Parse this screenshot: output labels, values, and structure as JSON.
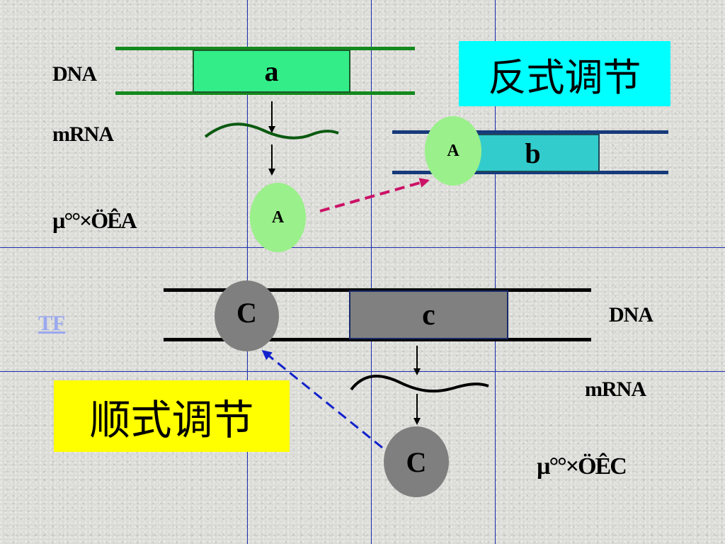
{
  "title_negative": "反式调节",
  "title_positive": "顺式调节",
  "top_pathway": {
    "dna_label": "DNA",
    "mrna_label": "mRNA",
    "protein_label": "µ°°×ÖÊA",
    "gene_a": "a",
    "gene_b": "b",
    "protein_a": "A",
    "protein_a_bound": "A"
  },
  "bottom_pathway": {
    "dna_label": "DNA",
    "mrna_label": "mRNA",
    "protein_label": "µ°°×ÖÊC",
    "gene_c": "c",
    "protein_c_bound": "C",
    "protein_c": "C"
  },
  "tf_link": "TF",
  "colors": {
    "gene_a_fill": "#33ee88",
    "gene_b_fill": "#33cccc",
    "gene_c_fill": "#808080",
    "protein_a_fill": "#9af08a",
    "protein_c_fill": "#7f7f7f",
    "title_negative_bg": "#00ffff",
    "title_positive_bg": "#ffff00",
    "dna_top_strand": "#14891e",
    "dna_b_strand": "#163a7a",
    "dna_c_strand": "#000000",
    "arrow_pink": "#cc1166",
    "arrow_blue": "#1122cc"
  }
}
